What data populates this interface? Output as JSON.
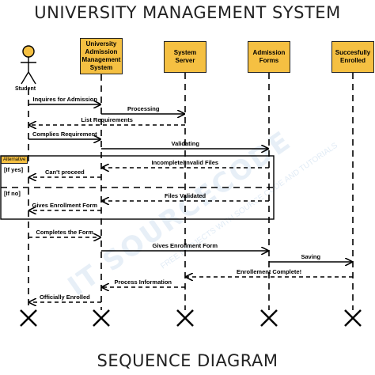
{
  "title": "UNIVERSITY MANAGEMENT SYSTEM",
  "footer_title": "SEQUENCE DIAGRAM",
  "actor": {
    "label": "Student"
  },
  "lifelines": [
    {
      "id": "univ",
      "label": "University\nAdmission\nManagement\nSystem"
    },
    {
      "id": "server",
      "label": "System\nServer"
    },
    {
      "id": "forms",
      "label": "Admission\nForms"
    },
    {
      "id": "enrolled",
      "label": "Succesfully\nEnrolled"
    }
  ],
  "fragment": {
    "tag": "Alternative",
    "guard_yes": "[If yes]",
    "guard_no": "[If no]"
  },
  "messages": [
    {
      "label": "Inquires for Admission",
      "from": "student",
      "to": "univ",
      "style": "solid"
    },
    {
      "label": "Processing",
      "from": "univ",
      "to": "server",
      "style": "solid"
    },
    {
      "label": "List Requirements",
      "from": "server",
      "to": "student",
      "style": "dashed"
    },
    {
      "label": "Complies Requirement",
      "from": "student",
      "to": "univ",
      "style": "solid"
    },
    {
      "label": "Validating",
      "from": "univ",
      "to": "forms",
      "style": "solid"
    },
    {
      "label": "Incomplete/Invalid Files",
      "from": "forms",
      "to": "univ",
      "style": "dashed"
    },
    {
      "label": "Can't proceed",
      "from": "univ",
      "to": "student",
      "style": "dashed"
    },
    {
      "label": "Files Validated",
      "from": "forms",
      "to": "univ",
      "style": "dashed"
    },
    {
      "label": "Gives Enrollment Form",
      "from": "univ",
      "to": "student",
      "style": "dashed"
    },
    {
      "label": "Completes the Form",
      "from": "student",
      "to": "univ",
      "style": "dashed"
    },
    {
      "label": "Gives Enrollment Form",
      "from": "univ",
      "to": "forms",
      "style": "solid"
    },
    {
      "label": "Saving",
      "from": "forms",
      "to": "enrolled",
      "style": "solid"
    },
    {
      "label": "Enrollement Complete!",
      "from": "enrolled",
      "to": "server",
      "style": "dashed"
    },
    {
      "label": "Process Information",
      "from": "server",
      "to": "univ",
      "style": "dashed"
    },
    {
      "label": "Officially Enrolled",
      "from": "univ",
      "to": "student",
      "style": "dashed"
    }
  ],
  "watermark": {
    "text": "IT SOURCECODE",
    "sub": "FREE PROJECTS WITH SOURCE CODE AND TUTORIALS"
  }
}
